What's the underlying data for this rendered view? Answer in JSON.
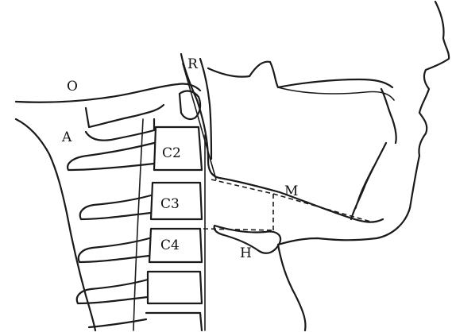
{
  "figure": {
    "labels": {
      "R": "R",
      "O": "O",
      "A": "A",
      "C2": "C2",
      "C3": "C3",
      "C4": "C4",
      "M": "M",
      "H": "H"
    }
  },
  "colors": {
    "ink": "#1a1a1a",
    "background": "#ffffff"
  }
}
